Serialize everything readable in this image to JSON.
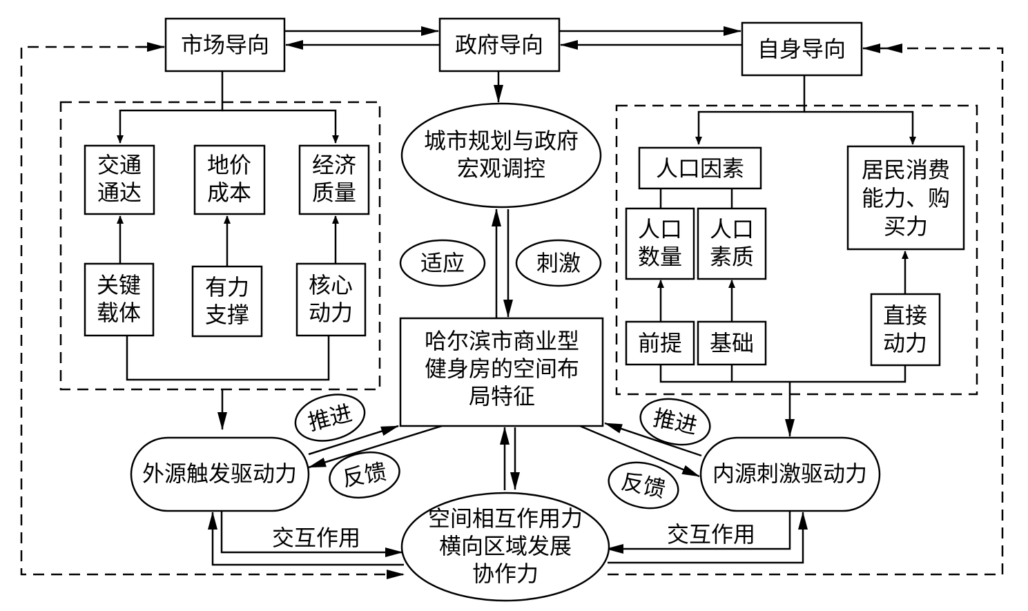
{
  "orientations": {
    "market": "市场导向",
    "government": "政府导向",
    "self": "自身导向"
  },
  "market_factors": {
    "traffic": [
      "交通",
      "通达"
    ],
    "land_price": [
      "地价",
      "成本"
    ],
    "economy": [
      "经济",
      "质量"
    ]
  },
  "market_roles": {
    "key_carrier": [
      "关键",
      "载体"
    ],
    "strong_support": [
      "有力",
      "支撑"
    ],
    "core_power": [
      "核心",
      "动力"
    ]
  },
  "planning": [
    "城市规划与政府",
    "宏观调控"
  ],
  "adapt": "适应",
  "stimulate": "刺激",
  "center": [
    "哈尔滨市商业型",
    "健身房的空间布",
    "局特征"
  ],
  "self_factors": {
    "population": "人口因素",
    "population_count": [
      "人口",
      "数量"
    ],
    "population_quality": [
      "人口",
      "素质"
    ],
    "consumption": [
      "居民消费",
      "能力、购",
      "买力"
    ]
  },
  "self_roles": {
    "premise": "前提",
    "basis": "基础",
    "direct_power": [
      "直接",
      "动力"
    ]
  },
  "drivers": {
    "external": "外源触发驱动力",
    "internal": "内源刺激驱动力",
    "spatial": [
      "空间相互作用力",
      "横向区域发展",
      "协作力"
    ]
  },
  "bubbles": {
    "push_left": "推进",
    "feedback_left": "反馈",
    "push_right": "推进",
    "feedback_right": "反馈"
  },
  "interaction_left": "交互作用",
  "interaction_right": "交互作用"
}
